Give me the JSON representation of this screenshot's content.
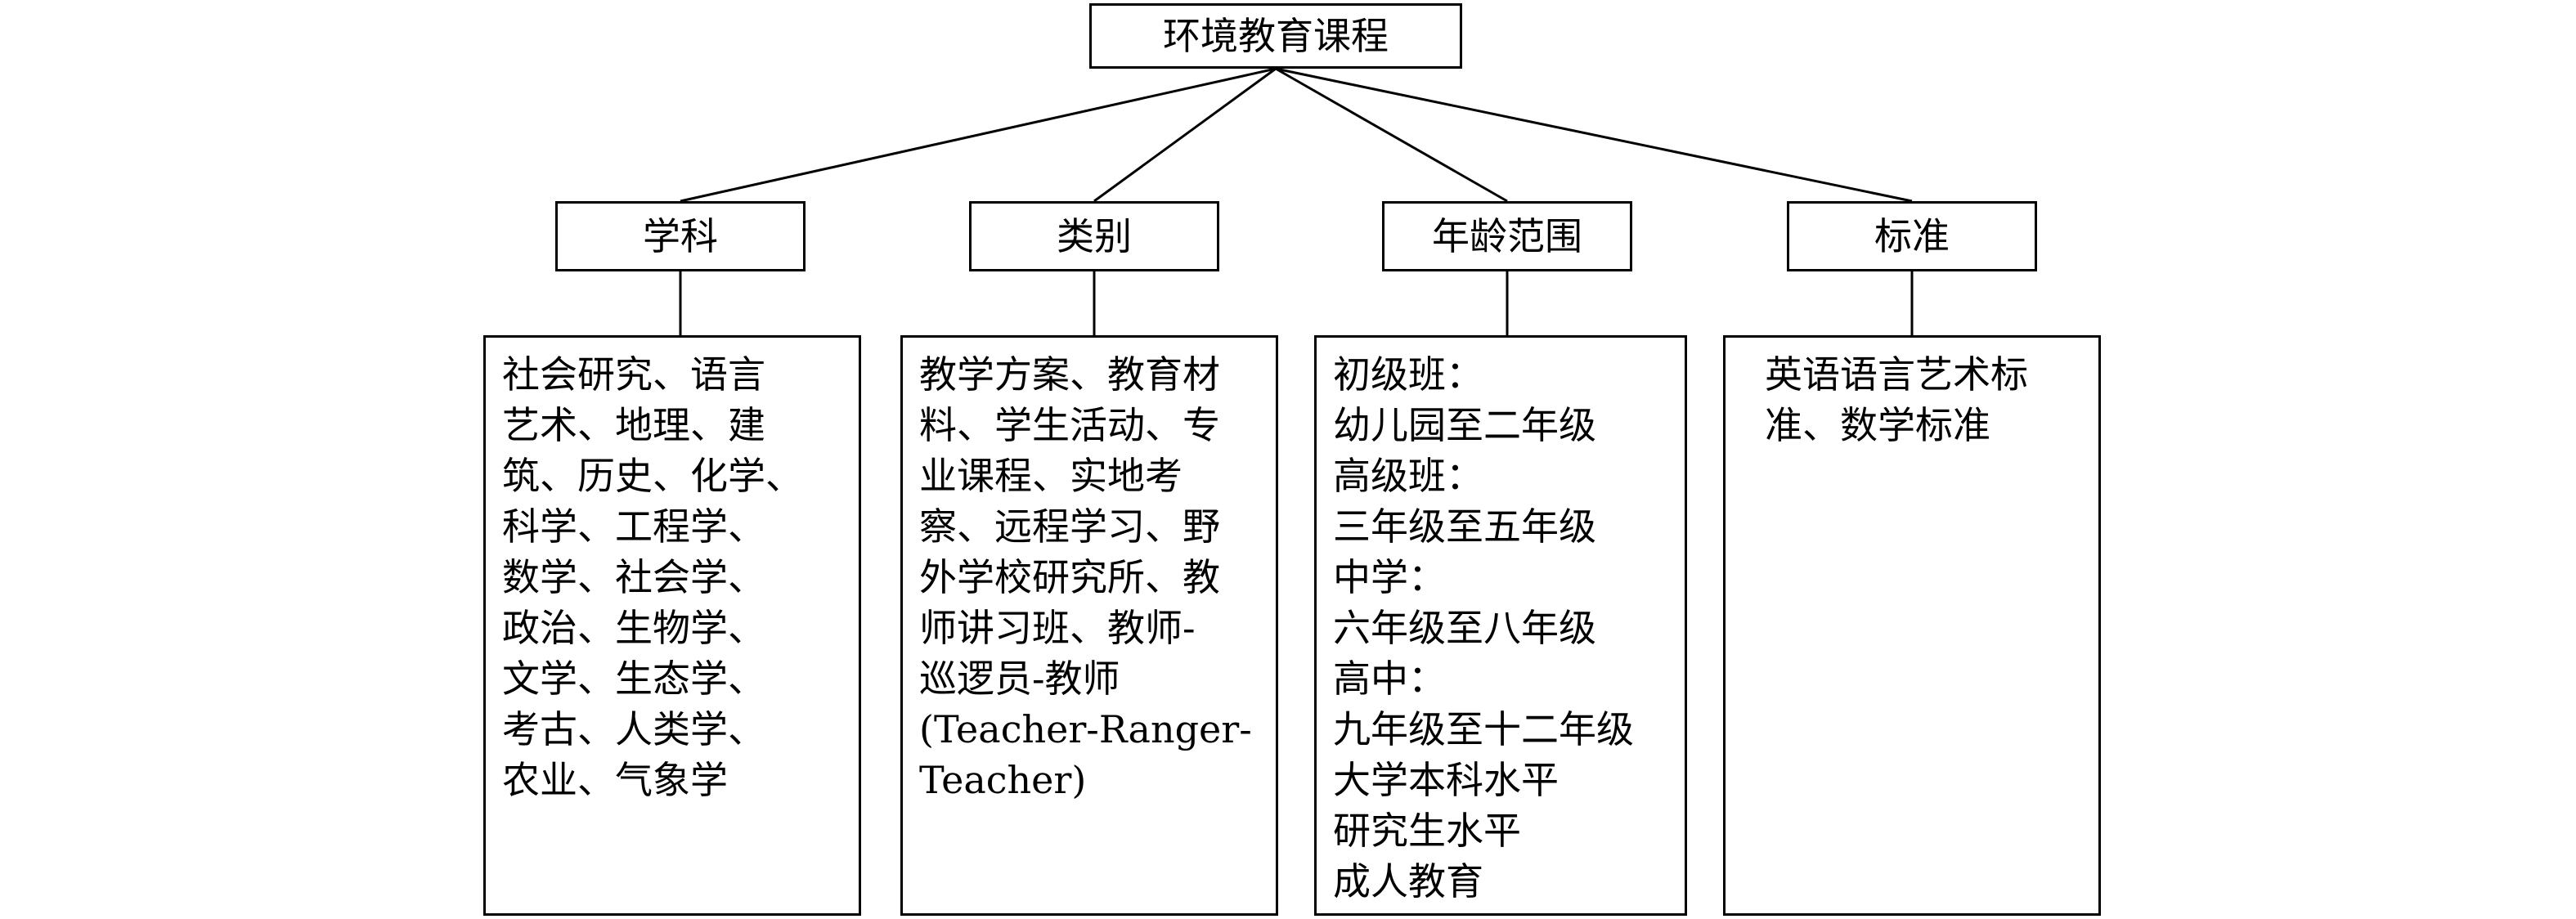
{
  "root": {
    "label": "环境教育课程"
  },
  "categories": [
    {
      "label": "学科",
      "lines": [
        "社会研究、语言",
        "艺术、地理、建",
        "筑、历史、化学、",
        "科学、工程学、",
        "数学、社会学、",
        "政治、生物学、",
        "文学、生态学、",
        "考古、人类学、",
        "农业、气象学"
      ]
    },
    {
      "label": "类别",
      "lines": [
        "教学方案、教育材",
        "料、学生活动、专",
        "业课程、实地考",
        "察、远程学习、野",
        "外学校研究所、教",
        "师讲习班、教师-",
        "巡逻员-教师",
        "(Teacher-Ranger-",
        "Teacher)"
      ]
    },
    {
      "label": "年龄范围",
      "lines": [
        "初级班：",
        "幼儿园至二年级",
        "高级班：",
        "三年级至五年级",
        "中学：",
        "六年级至八年级",
        "高中：",
        "九年级至十二年级",
        "大学本科水平",
        "研究生水平",
        "成人教育"
      ]
    },
    {
      "label": "标准",
      "lines": [
        "英语语言艺术标",
        "准、数学标准"
      ]
    }
  ]
}
